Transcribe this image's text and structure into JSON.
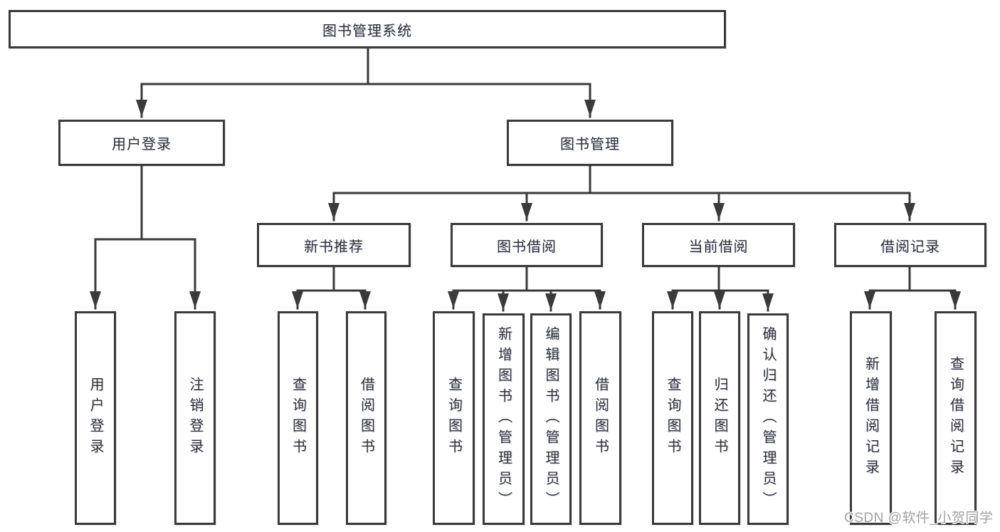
{
  "colors": {
    "line": "#3a3a3a",
    "text": "#333333",
    "watermark": "#a3a3a3"
  },
  "nodes": {
    "root": "图书管理系统",
    "level2": {
      "user_login": "用户登录",
      "book_management": "图书管理"
    },
    "level3": {
      "new_book_recommend": "新书推荐",
      "book_borrow": "图书借阅",
      "current_borrow": "当前借阅",
      "borrow_records": "借阅记录"
    },
    "leaves": {
      "user_login": "用户登录",
      "logout": "注销登录",
      "new_query_books": "查询图书",
      "new_borrow_books": "借阅图书",
      "borrow_query_books": "查询图书",
      "borrow_add_books": "新增图书（管理员）",
      "borrow_edit_books": "编辑图书（管理员）",
      "borrow_borrow_books": "借阅图书",
      "current_query_books": "查询图书",
      "current_return_books": "归还图书",
      "current_confirm_return": "确认归还（管理员）",
      "records_add_record": "新增借阅记录",
      "records_query_record": "查询借阅记录"
    }
  },
  "watermark": "CSDN @软件_小贺同学"
}
